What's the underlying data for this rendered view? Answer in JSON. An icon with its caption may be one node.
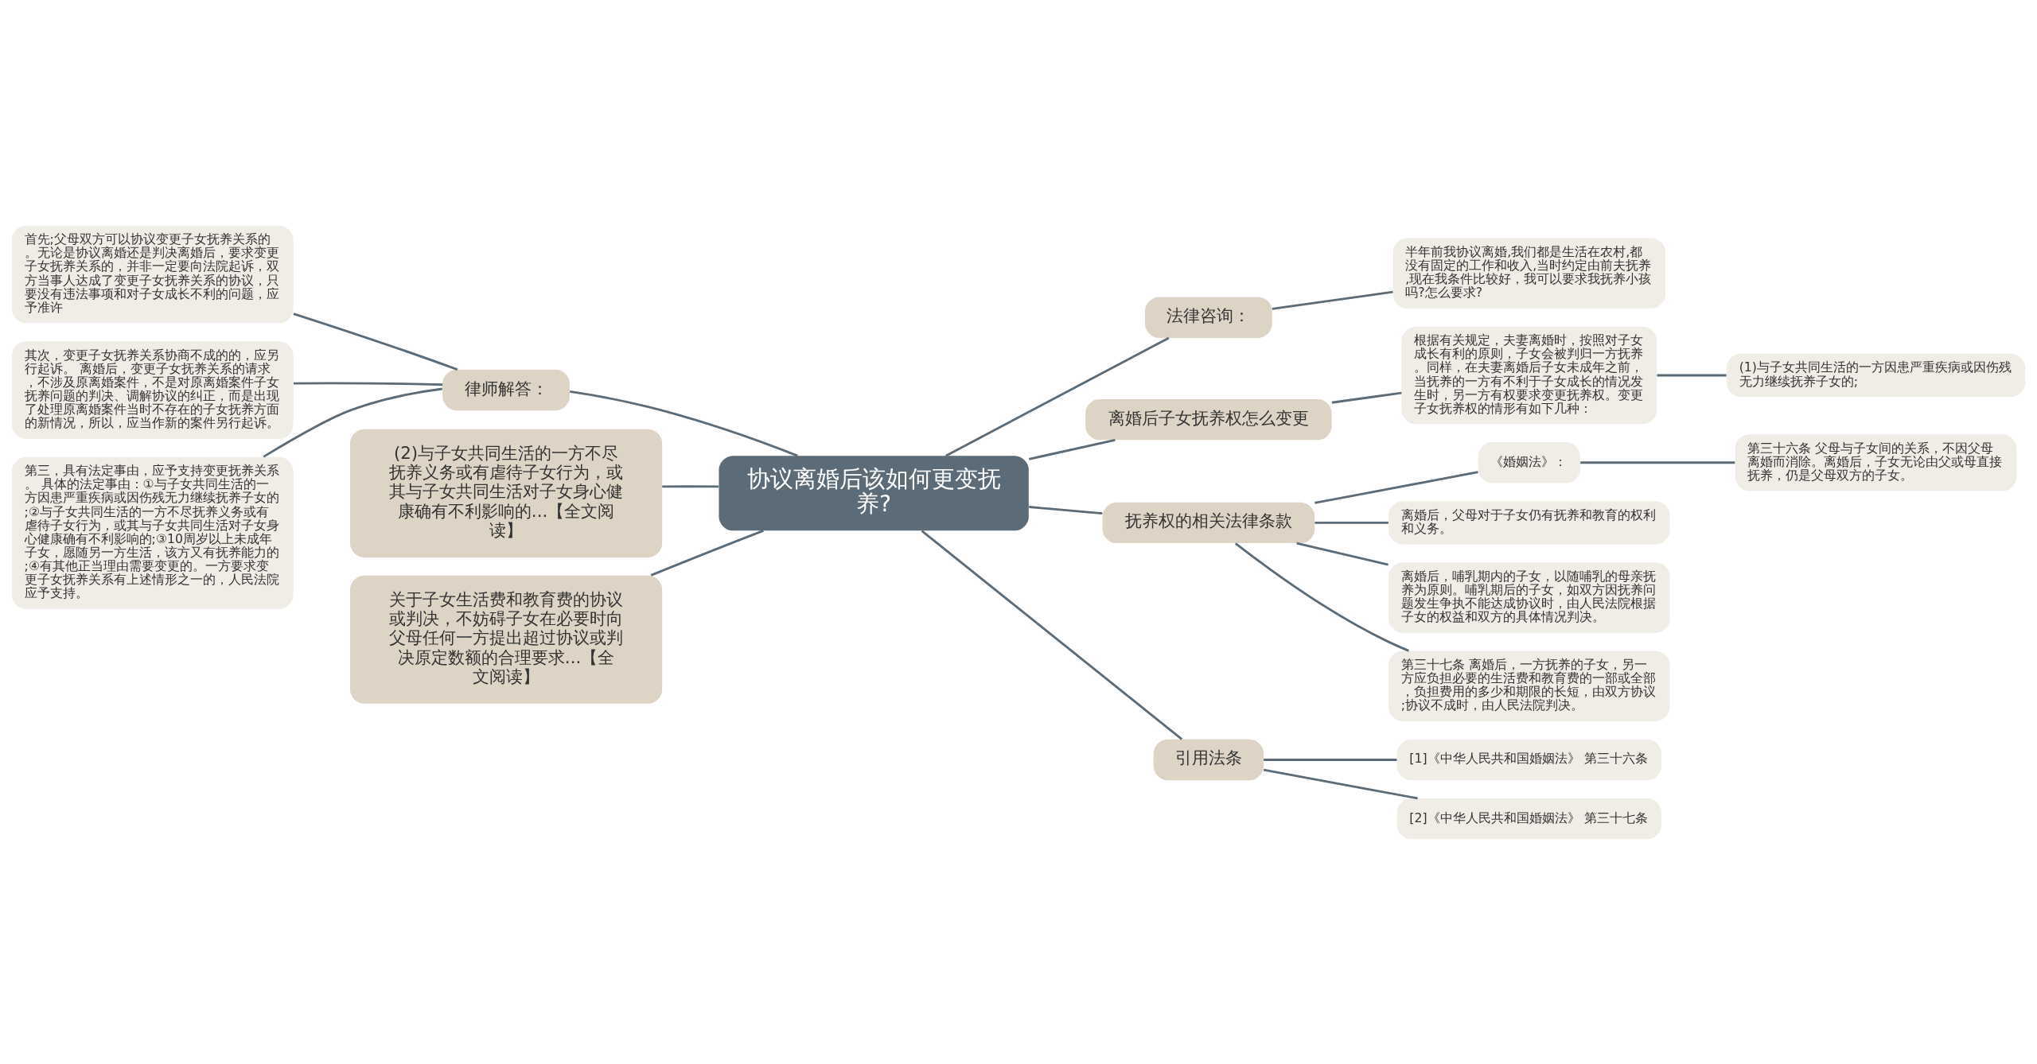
{
  "diagram": {
    "nodes": [
      {
        "text": [
          "协议离婚后该如何更变抚养?"
        ]
      },
      {
        "text": [
          "律师解答："
        ]
      },
      {
        "text": [
          "首先;父母双方可以协议变更子女抚养关系的。无论是协议离婚还是判决离婚后，要求变更子女抚养关系的，并非一定要向法院起诉，双方当事人达成了变更子女抚养关系的协议，只要没有违法事项和对子女成长不利的问题，应予准许"
        ]
      },
      {
        "text": [
          "其次，变更子女抚养关系协商不成的的，应另行起诉。 离婚后，变更子女抚养关系的请求，不涉及原离婚案件，不是对原离婚案件子女抚养问题的判决、调解协议的纠正，而是出现了处理原离婚案件当时不存在的子女抚养方面的新情况，所以，应当作新的案件另行起诉。"
        ]
      },
      {
        "text": [
          "第三，具有法定事由，应予支持变更抚养关系。 具体的法定事由：①与子女共同生活的一方因患严重疾病或因伤残无力继续抚养子女的;②与子女共同生活的一方不尽抚养义务或有虐待子女行为，或其与子女共同生活对子女身心健康确有不利影响的;③10周岁以上未成年子女，愿随另一方生活，该方又有抚养能力的;④有其他正当理由需要变更的。一方要求变更子女抚养关系有上述情形之一的，人民法院应予支持。"
        ]
      },
      {
        "text": [
          "(2)与子女共同生活的一方不尽抚养义务或有虐待子女行为，或其与子女共同生活对子女身心健康确有不利影响的...【全文阅读】"
        ]
      },
      {
        "text": [
          "关于子女生活费和教育费的协议或判决，不妨碍子女在必要时向父母任何一方提出超过协议或判决原定数额的合理要求...【全文阅读】"
        ]
      },
      {
        "text": [
          "法律咨询："
        ]
      },
      {
        "text": [
          "半年前我协议离婚,我们都是生活在农村,都没有固定的工作和收入,当时约定由前夫抚养,现在我条件比较好，我可以要求我抚养小孩吗?怎么要求?"
        ]
      },
      {
        "text": [
          "离婚后子女抚养权怎么变更"
        ]
      },
      {
        "text": [
          "根据有关规定，夫妻离婚时，按照对子女成长有利的原则，子女会被判归一方抚养。同样，在夫妻离婚后子女未成年之前，当抚养的一方有不利于子女成长的情况发生时，另一方有权要求变更抚养权。变更子女抚养权的情形有如下几种："
        ]
      },
      {
        "text": [
          "(1)与子女共同生活的一方因患严重疾病或因伤残无力继续抚养子女的;"
        ]
      },
      {
        "text": [
          "抚养权的相关法律条款"
        ]
      },
      {
        "text": [
          "《婚姻法》："
        ]
      },
      {
        "text": [
          "第三十六条 父母与子女间的关系，不因父母离婚而消除。离婚后，子女无论由父或母直接抚养，仍是父母双方的子女。"
        ]
      },
      {
        "text": [
          "离婚后，父母对于子女仍有抚养和教育的权利和义务。"
        ]
      },
      {
        "text": [
          "离婚后，哺乳期内的子女，以随哺乳的母亲抚养为原则。哺乳期后的子女，如双方因抚养问题发生争执不能达成协议时，由人民法院根据子女的权益和双方的具体情况判决。"
        ]
      },
      {
        "text": [
          "第三十七条 离婚后，一方抚养的子女，另一方应负担必要的生活费和教育费的一部或全部，负担费用的多少和期限的长短，由双方协议;协议不成时，由人民法院判决。"
        ]
      },
      {
        "text": [
          "引用法条"
        ]
      },
      {
        "text": [
          "[1]《中华人民共和国婚姻法》 第三十六条"
        ]
      },
      {
        "text": [
          "[2]《中华人民共和国婚姻法》 第三十七条"
        ]
      }
    ],
    "edges": [
      {
        "from": 0,
        "to": 1,
        "arrow": "none"
      },
      {
        "from": 1,
        "to": 2,
        "arrow": "none"
      },
      {
        "from": 1,
        "to": 3,
        "arrow": "none"
      },
      {
        "from": 1,
        "to": 4,
        "arrow": "none"
      },
      {
        "from": 0,
        "to": 5,
        "arrow": "none"
      },
      {
        "from": 0,
        "to": 6,
        "arrow": "none"
      },
      {
        "from": 0,
        "to": 7,
        "arrow": "none"
      },
      {
        "from": 7,
        "to": 8,
        "arrow": "none"
      },
      {
        "from": 0,
        "to": 9,
        "arrow": "none"
      },
      {
        "from": 9,
        "to": 10,
        "arrow": "none"
      },
      {
        "from": 10,
        "to": 11,
        "arrow": "none"
      },
      {
        "from": 0,
        "to": 12,
        "arrow": "none"
      },
      {
        "from": 12,
        "to": 13,
        "arrow": "none"
      },
      {
        "from": 13,
        "to": 14,
        "arrow": "none"
      },
      {
        "from": 12,
        "to": 15,
        "arrow": "none"
      },
      {
        "from": 12,
        "to": 16,
        "arrow": "none"
      },
      {
        "from": 12,
        "to": 17,
        "arrow": "none"
      },
      {
        "from": 0,
        "to": 18,
        "arrow": "none"
      },
      {
        "from": 18,
        "to": 19,
        "arrow": "none"
      },
      {
        "from": 18,
        "to": 20,
        "arrow": "none"
      }
    ]
  }
}
